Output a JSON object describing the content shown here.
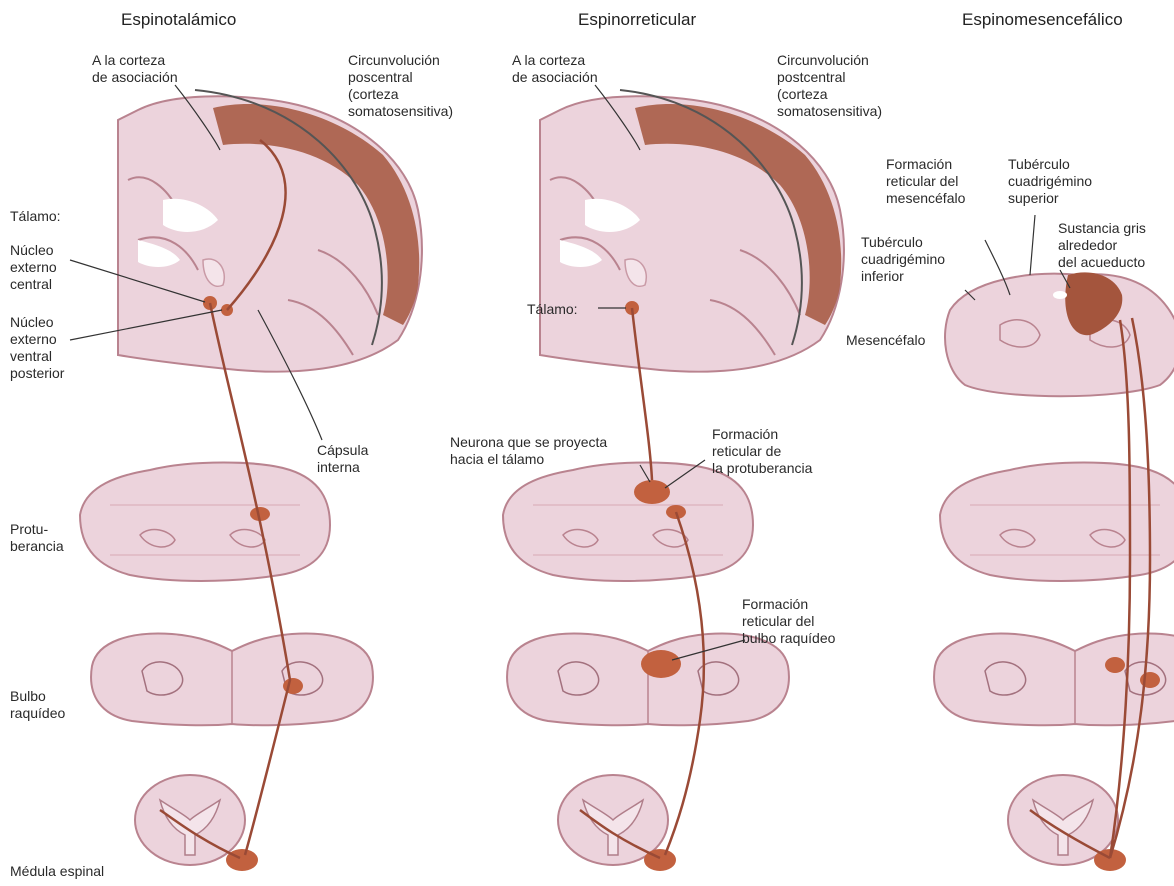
{
  "titles": {
    "spinothalamic": "Espinotalámico",
    "spinoreticular": "Espinorreticular",
    "spinomesencephalic": "Espinomesencefálico"
  },
  "panel1": {
    "assoc_cortex": "A la corteza\nde asociación",
    "postcentral_gyrus": "Circunvolución\nposcentral\n(corteza\nsomatosensitiva)",
    "thalamus_heading": "Tálamo:",
    "central_lateral_nucleus": "Núcleo\nexterno\ncentral",
    "vpl_nucleus": "Núcleo\nexterno\nventral\nposterior",
    "internal_capsule": "Cápsula\ninterna",
    "pons": "Protu-\nberancia",
    "medulla": "Bulbo\nraquídeo",
    "spinal_cord": "Médula espinal"
  },
  "panel2": {
    "assoc_cortex": "A la corteza\nde asociación",
    "postcentral_gyrus": "Circunvolución\npostcentral\n(corteza\nsomatosensitiva)",
    "thalamus": "Tálamo:",
    "neuron_to_thalamus": "Neurona que se proyecta\nhacia el tálamo",
    "pontine_rf": "Formación\nreticular de\nla protuberancia",
    "medullary_rf": "Formación\nreticular del\nbulbo raquídeo"
  },
  "panel3": {
    "midbrain_rf": "Formación\nreticular del\nmesencéfalo",
    "superior_colliculus": "Tubérculo\ncuadrigémino\nsuperior",
    "inferior_colliculus": "Tubérculo\ncuadrigémino\ninferior",
    "periaqueductal_gray": "Sustancia gris\nalrededor\ndel acueducto",
    "midbrain": "Mesencéfalo"
  },
  "colors": {
    "tissue": "#ecd3dc",
    "tissue_edge": "#b9838f",
    "highlight": "#a4553d",
    "nucleus": "#c2613f",
    "tract": "#9a4a36"
  }
}
